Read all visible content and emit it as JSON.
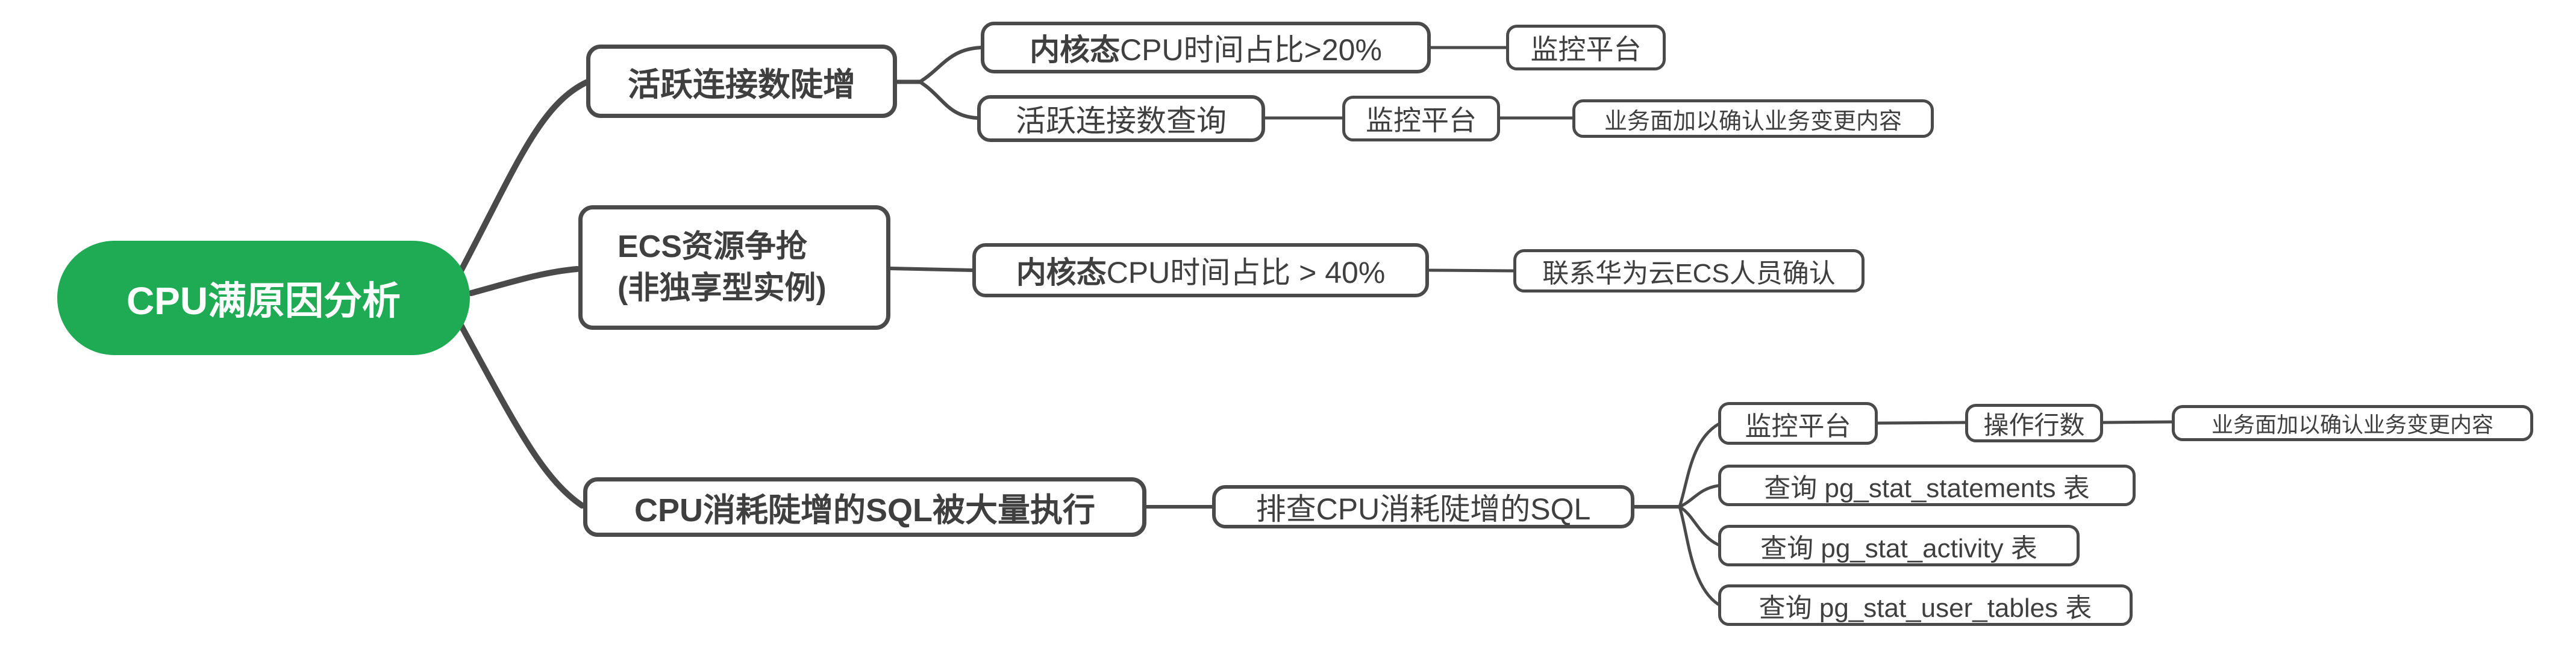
{
  "title": "CPU满原因分析思维导图",
  "colors": {
    "root_fill": "#1fab54",
    "root_text": "#ffffff",
    "line": "#4a4a4a",
    "node_border": "#4a4a4a",
    "node_text": "#3f3f3f",
    "background": "#ffffff"
  },
  "root": {
    "label": "CPU满原因分析"
  },
  "branch1": {
    "label": "活跃连接数陡增",
    "child1": {
      "bold": "内核态",
      "rest": "CPU时间占比>20%",
      "next": {
        "label": "监控平台"
      }
    },
    "child2": {
      "label": "活跃连接数查询",
      "next": {
        "label": "监控平台",
        "next": {
          "label": "业务面加以确认业务变更内容"
        }
      }
    }
  },
  "branch2": {
    "line1": "ECS资源争抢",
    "line2": "(非独享型实例)",
    "child1": {
      "bold": "内核态",
      "rest": "CPU时间占比 > 40%",
      "next": {
        "label": "联系华为云ECS人员确认"
      }
    }
  },
  "branch3": {
    "label": "CPU消耗陡增的SQL被大量执行",
    "child1": {
      "label": "排查CPU消耗陡增的SQL",
      "sub1": {
        "label": "监控平台",
        "next": {
          "label": "操作行数",
          "next": {
            "label": "业务面加以确认业务变更内容"
          }
        }
      },
      "sub2": {
        "label": "查询 pg_stat_statements 表"
      },
      "sub3": {
        "label": "查询 pg_stat_activity 表"
      },
      "sub4": {
        "label": "查询 pg_stat_user_tables 表"
      }
    }
  }
}
